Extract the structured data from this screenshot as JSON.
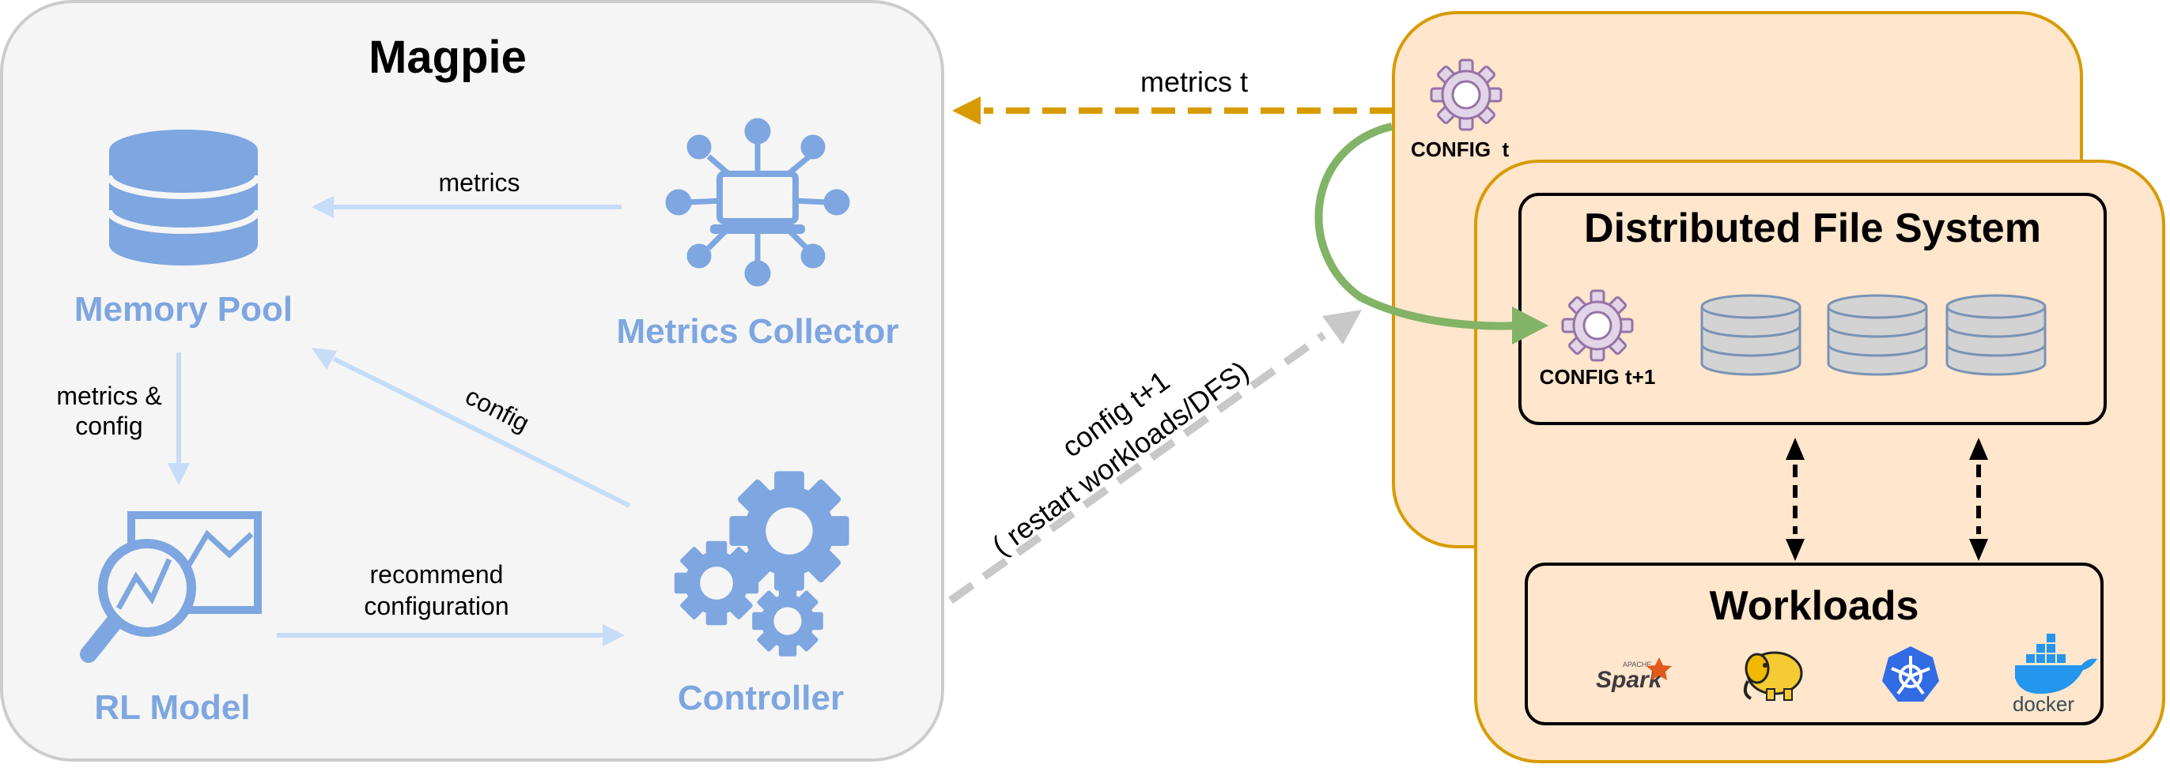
{
  "magpie": {
    "title": "Magpie",
    "memory_pool": "Memory Pool",
    "metrics_collector": "Metrics Collector",
    "rl_model": "RL Model",
    "controller": "Controller"
  },
  "edges": {
    "collector_to_pool": "metrics",
    "pool_to_model_line1": "metrics &",
    "pool_to_model_line2": "config",
    "model_to_controller_line1": "recommend",
    "model_to_controller_line2": "configuration",
    "controller_to_pool": "config",
    "metrics_t": "metrics t",
    "config_next_line1": "config t+1",
    "config_next_line2": "( restart workloads/DFS)"
  },
  "cluster": {
    "config_t": "CONFIG  t",
    "dfs_title": "Distributed File System",
    "config_t1": "CONFIG t+1",
    "workloads_title": "Workloads",
    "logos": {
      "spark_small": "APACHE",
      "spark": "Spark",
      "docker": "docker"
    }
  },
  "colors": {
    "blue": "#7ea6e0",
    "light_blue": "#c6dcf7",
    "orange_fill": "#ffe6cc",
    "orange_stroke": "#d79b00",
    "green": "#82b366",
    "gray_arrow": "#c8c8c8",
    "gear_purple": "#a680b8"
  }
}
